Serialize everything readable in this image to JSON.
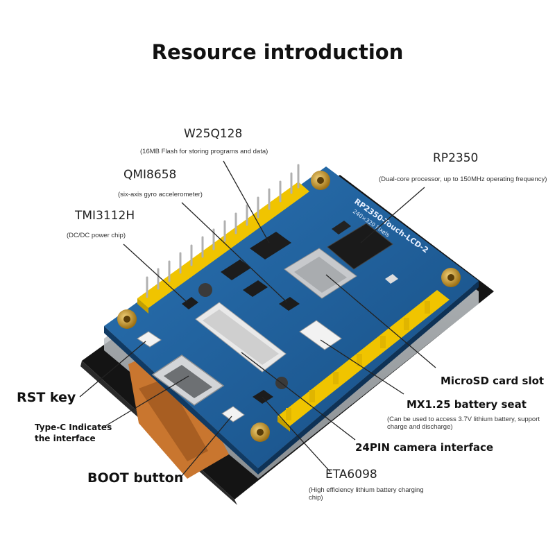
{
  "title": "Resource introduction",
  "silkscreen": {
    "board_name": "RP2350-Touch-LCD-2",
    "resolution": "240×320 Pixels"
  },
  "labels": {
    "w25q128": {
      "name": "W25Q128",
      "desc": "(16MB Flash for storing programs and data)"
    },
    "rp2350": {
      "name": "RP2350",
      "desc": "(Dual-core processor, up to 150MHz operating frequency)"
    },
    "qmi8658": {
      "name": "QMI8658",
      "desc": "(six-axis gyro accelerometer)"
    },
    "tmi3112h": {
      "name": "TMI3112H",
      "desc": "(DC/DC power chip)"
    },
    "microsd": {
      "name": "MicroSD card slot"
    },
    "rst": {
      "name": "RST key"
    },
    "mx125": {
      "name": "MX1.25 battery seat",
      "desc": "(Can be used to access 3.7V lithium battery, support charge and discharge)"
    },
    "typec": {
      "name": "Type-C Indicates the interface"
    },
    "camera": {
      "name": "24PIN camera interface"
    },
    "boot": {
      "name": "BOOT button"
    },
    "eta6098": {
      "name": "ETA6098",
      "desc": "(High efficiency lithium battery charging chip)"
    }
  },
  "colors": {
    "pcb": "#1f5f9a",
    "header": "#f0c400",
    "bezel": "#141414",
    "gold": "#c89a2a",
    "flex": "#c9762f",
    "callout_line": "#222222"
  }
}
